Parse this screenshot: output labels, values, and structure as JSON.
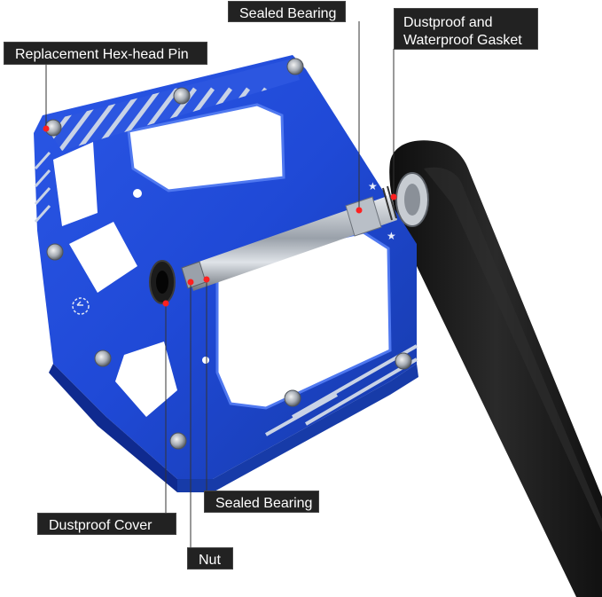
{
  "diagram": {
    "subject": "Flat bicycle pedal exploded view mounted on crank arm",
    "colors": {
      "background": "#ffffff",
      "pedal_body": "#1f49d6",
      "pedal_body_dark": "#102c9c",
      "pedal_highlight": "#4f78f0",
      "stripe": "#c9d3e6",
      "spindle": "#b9bfc7",
      "crank_arm": "#1a1a1a",
      "label_bg": "#222222",
      "label_text": "#ffffff",
      "marker_dot": "#ff2020",
      "leader_line": "#333333"
    },
    "callouts": [
      {
        "id": "replacement-hex-head-pin",
        "lines": [
          "Replacement Hex-head Pin"
        ]
      },
      {
        "id": "sealed-bearing-top",
        "lines": [
          "Sealed Bearing"
        ]
      },
      {
        "id": "dustproof-waterproof-gasket",
        "lines": [
          "Dustproof and",
          "Waterproof Gasket"
        ]
      },
      {
        "id": "sealed-bearing-bottom",
        "lines": [
          "Sealed Bearing"
        ]
      },
      {
        "id": "dustproof-cover",
        "lines": [
          "Dustproof Cover"
        ]
      },
      {
        "id": "nut",
        "lines": [
          "Nut"
        ]
      }
    ]
  }
}
